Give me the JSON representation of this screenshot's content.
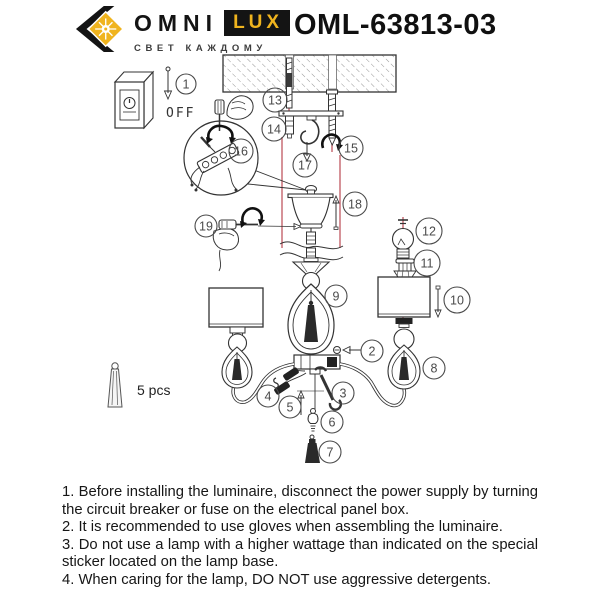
{
  "header": {
    "brand": {
      "word1": "OMNI",
      "word2": "LUX",
      "tagline": "СВЕТ КАЖДОМУ"
    },
    "model": "OML-63813-03"
  },
  "diagram": {
    "off_label": "OFF",
    "tassel_note": "5 pcs",
    "callouts": [
      {
        "n": "1"
      },
      {
        "n": "2"
      },
      {
        "n": "3"
      },
      {
        "n": "4"
      },
      {
        "n": "5"
      },
      {
        "n": "6"
      },
      {
        "n": "7"
      },
      {
        "n": "8"
      },
      {
        "n": "9"
      },
      {
        "n": "10"
      },
      {
        "n": "11"
      },
      {
        "n": "12"
      },
      {
        "n": "13"
      },
      {
        "n": "14"
      },
      {
        "n": "15"
      },
      {
        "n": "16"
      },
      {
        "n": "17"
      },
      {
        "n": "18"
      },
      {
        "n": "19"
      }
    ]
  },
  "instructions": {
    "items": [
      "1. Before installing the luminaire, disconnect the power supply by turning the circuit breaker or fuse on the electrical panel box.",
      "2. It is recommended to use gloves when assembling the luminaire.",
      "3. Do not use a lamp with a higher wattage than indicated on the special sticker located on the lamp base.",
      "4. When caring for the lamp, DO NOT use aggressive detergents."
    ]
  },
  "colors": {
    "brand_yellow": "#F0B41E",
    "line_art": "#333333",
    "guide_red": "#C4646C"
  }
}
